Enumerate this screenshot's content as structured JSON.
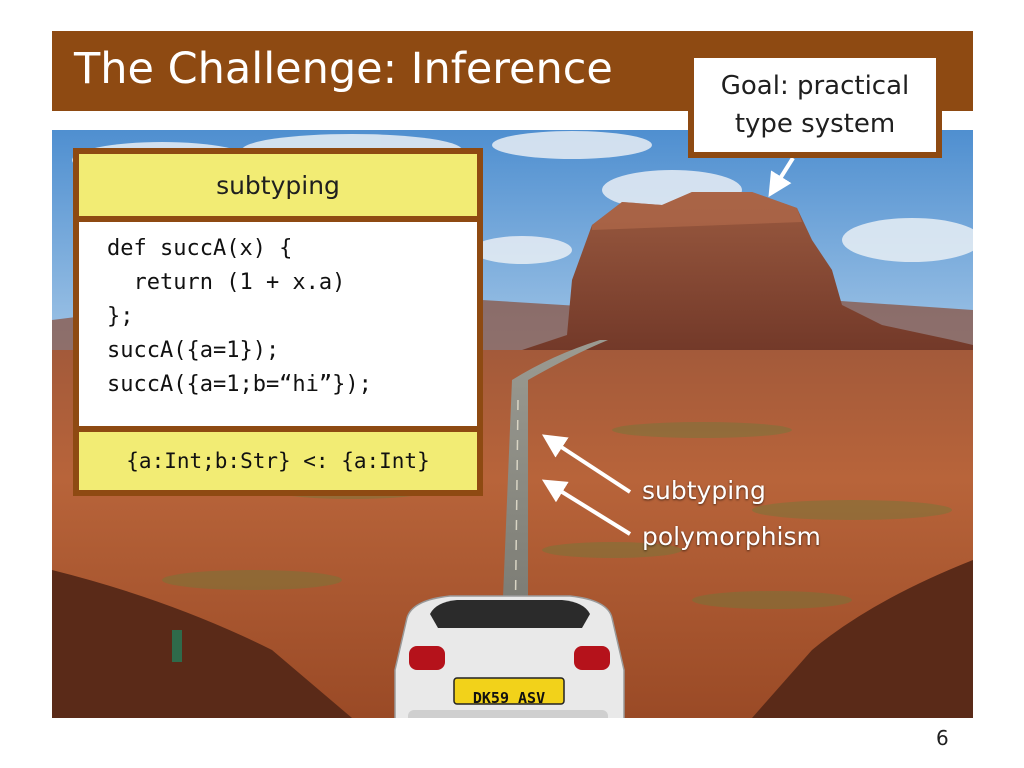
{
  "slide": {
    "title": "The Challenge: Inference",
    "page_number": "6"
  },
  "goal_callout": {
    "line1": "Goal: practical",
    "line2": "type system"
  },
  "code_panel": {
    "header": "subtyping",
    "code_lines": [
      "def succA(x) {",
      "  return (1 + x.a)",
      "};",
      "succA({a=1});",
      "succA({a=1;b=“hi”});"
    ],
    "footer": "{a:Int;b:Str} <: {a:Int}"
  },
  "road_labels": {
    "first": "subtyping",
    "second": "polymorphism"
  },
  "car": {
    "license_plate": "DK59 ASV"
  },
  "colors": {
    "accent_brown": "#8e4a12",
    "panel_yellow": "#f2ec74",
    "sky_blue": "#5f9ed6",
    "desert_orange": "#b4592c"
  }
}
